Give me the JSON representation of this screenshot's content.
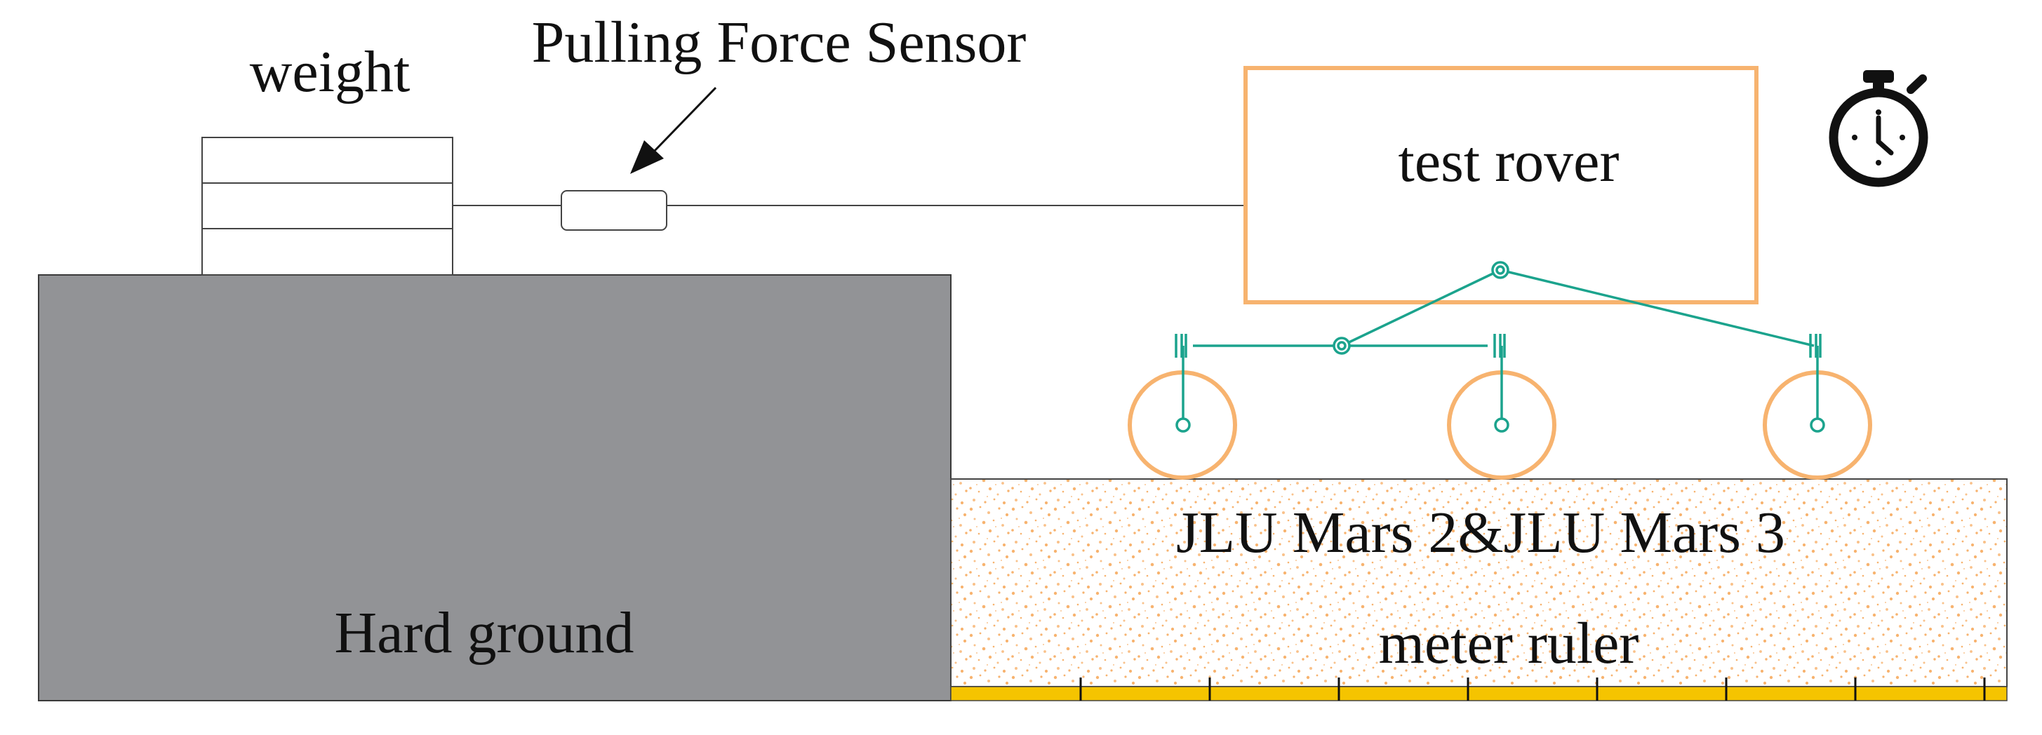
{
  "labels": {
    "weight": "weight",
    "sensor": "Pulling Force Sensor",
    "rover": "test rover",
    "hard_ground": "Hard ground",
    "soil": "JLU Mars 2&JLU Mars 3",
    "ruler": "meter ruler"
  },
  "icons": {
    "timer": "stopwatch-icon"
  },
  "colors": {
    "hard_ground": "#929396",
    "rover_orange": "#F7B36F",
    "suspension_teal": "#1BA38D",
    "soil_speckle": "#F7B36F",
    "ruler_yellow": "#F5C400",
    "line": "#444444"
  },
  "ruler": {
    "tick_count": 8
  }
}
